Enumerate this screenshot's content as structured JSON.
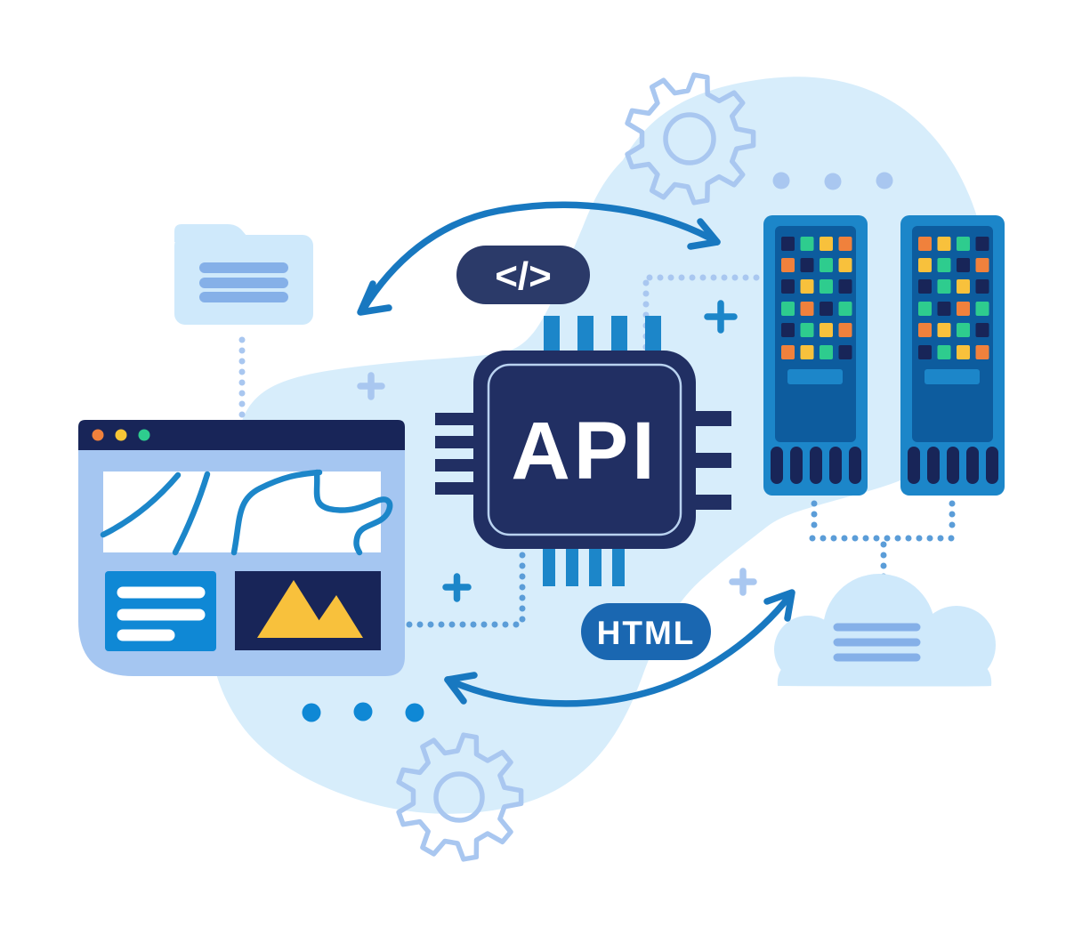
{
  "chip": {
    "label": "API"
  },
  "code_badge": {
    "label": "</>"
  },
  "html_badge": {
    "label": "HTML"
  },
  "palette": {
    "white": "#ffffff",
    "blob": "#d7edfb",
    "navy": "#182558",
    "chip_navy": "#212f63",
    "badge_navy": "#2b3a69",
    "badge_blue": "#1a67b1",
    "blue": "#1c86c9",
    "bright_blue": "#0f88d5",
    "server_panel": "#0d5c9e",
    "periwinkle": "#a5c6f1",
    "periwinkle_line": "#85b0e8",
    "light_icon": "#cfe9fb",
    "dot_light": "#a9c7f0",
    "dot_mid": "#5b9dd8",
    "arrow": "#1878c0",
    "green": "#2ecc8e",
    "yellow": "#f8c13c",
    "orange": "#f0813c",
    "window_dot_orange": "#f0813c",
    "window_dot_yellow": "#f8c636",
    "window_dot_green": "#2ecc8e",
    "chip_inner_border": "#b9d2f0"
  },
  "servers": {
    "left": {
      "cells": [
        [
          "navy",
          "green",
          "yellow",
          "orange"
        ],
        [
          "orange",
          "navy",
          "green",
          "yellow"
        ],
        [
          "navy",
          "yellow",
          "green",
          "navy"
        ],
        [
          "green",
          "orange",
          "navy",
          "green"
        ],
        [
          "navy",
          "green",
          "yellow",
          "orange"
        ],
        [
          "orange",
          "yellow",
          "green",
          "navy"
        ]
      ]
    },
    "right": {
      "cells": [
        [
          "orange",
          "yellow",
          "green",
          "navy"
        ],
        [
          "yellow",
          "green",
          "navy",
          "orange"
        ],
        [
          "navy",
          "green",
          "yellow",
          "navy"
        ],
        [
          "green",
          "navy",
          "orange",
          "green"
        ],
        [
          "orange",
          "yellow",
          "green",
          "navy"
        ],
        [
          "navy",
          "green",
          "yellow",
          "orange"
        ]
      ]
    }
  },
  "icons": [
    "gear-icon-top",
    "gear-icon-bottom",
    "folder-icon",
    "browser-window-icon",
    "map-roads-icon",
    "text-card-icon",
    "mountain-image-icon",
    "api-chip-icon",
    "code-tag-badge",
    "html-badge",
    "server-rack-icon-left",
    "server-rack-icon-right",
    "cloud-icon",
    "curved-arrow-top",
    "curved-arrow-bottom",
    "plus-icon",
    "dots-decoration"
  ]
}
